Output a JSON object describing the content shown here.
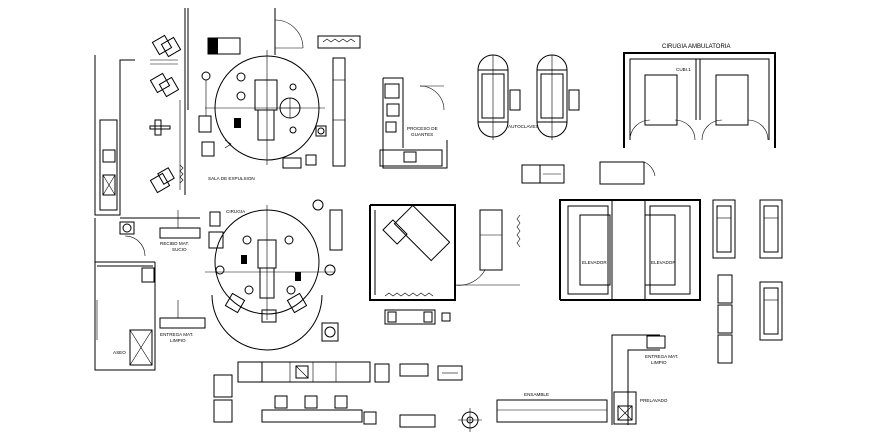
{
  "labels": {
    "cirugia_ambulatoria": "CIRUGIA AMBULATORIA",
    "cubiculo": "CUBI.1",
    "sala_expulsion": "SALA DE EXPULSION",
    "proceso_guantes_1": "PROCESO DE",
    "proceso_guantes_2": "GUANTES",
    "autoclaves": "AUTOCLAVES",
    "elevador_1": "ELEVADOR",
    "elevador_2": "ELEVADOR",
    "cirugia": "CIRUGIA",
    "recibo_mat_1": "RECIBO MAT.",
    "recibo_mat_2": "SUCIO",
    "entrega_mat_izq_1": "ENTREGA MAT.",
    "entrega_mat_izq_2": "LIMPIO",
    "entrega_mat_der_1": "ENTREGA MAT.",
    "entrega_mat_der_2": "LIMPIO",
    "aseo": "ASEO",
    "ensamble": "ENSAMBLE",
    "prelavado": "PRELAVADO"
  },
  "colors": {
    "line": "#000000",
    "background": "#ffffff"
  }
}
